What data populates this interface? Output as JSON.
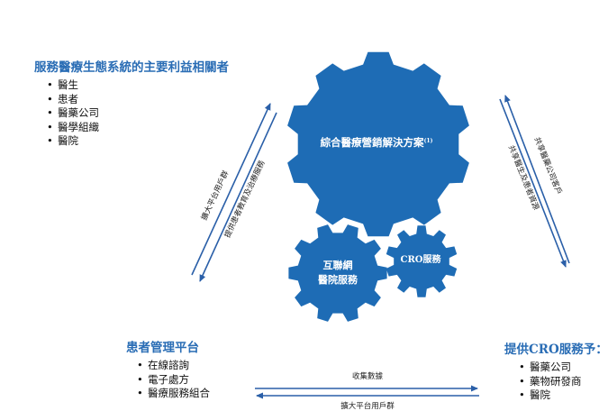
{
  "stakeholders": {
    "title": "服務醫療生態系統的主要利益相關者",
    "items": [
      "醫生",
      "患者",
      "醫藥公司",
      "醫學組織",
      "醫院"
    ]
  },
  "patient_platform": {
    "title": "患者管理平台",
    "items": [
      "在線諮詢",
      "電子處方",
      "醫療服務組合"
    ]
  },
  "cro_provider": {
    "title": "提供CRO服務予：",
    "items": [
      "醫藥公司",
      "藥物研發商",
      "醫院"
    ]
  },
  "gears": {
    "main_label": "綜合醫療營銷解決方案",
    "main_sup": "(1)",
    "internet_hospital_line1": "互聯網",
    "internet_hospital_line2": "醫院服務",
    "cro_label": "CRO服務"
  },
  "arrows": {
    "left_up": "擴大平台用戶群",
    "left_down": "提供患者教育及治療服務",
    "right_down_1": "共享醫藥公司客戶",
    "right_down_2": "共享醫生及患者資源",
    "bottom_right": "收集數據",
    "bottom_left": "擴大平台用戶群"
  },
  "colors": {
    "gear_blue": "#1e6cb5",
    "heading_blue": "#2a6db5"
  }
}
